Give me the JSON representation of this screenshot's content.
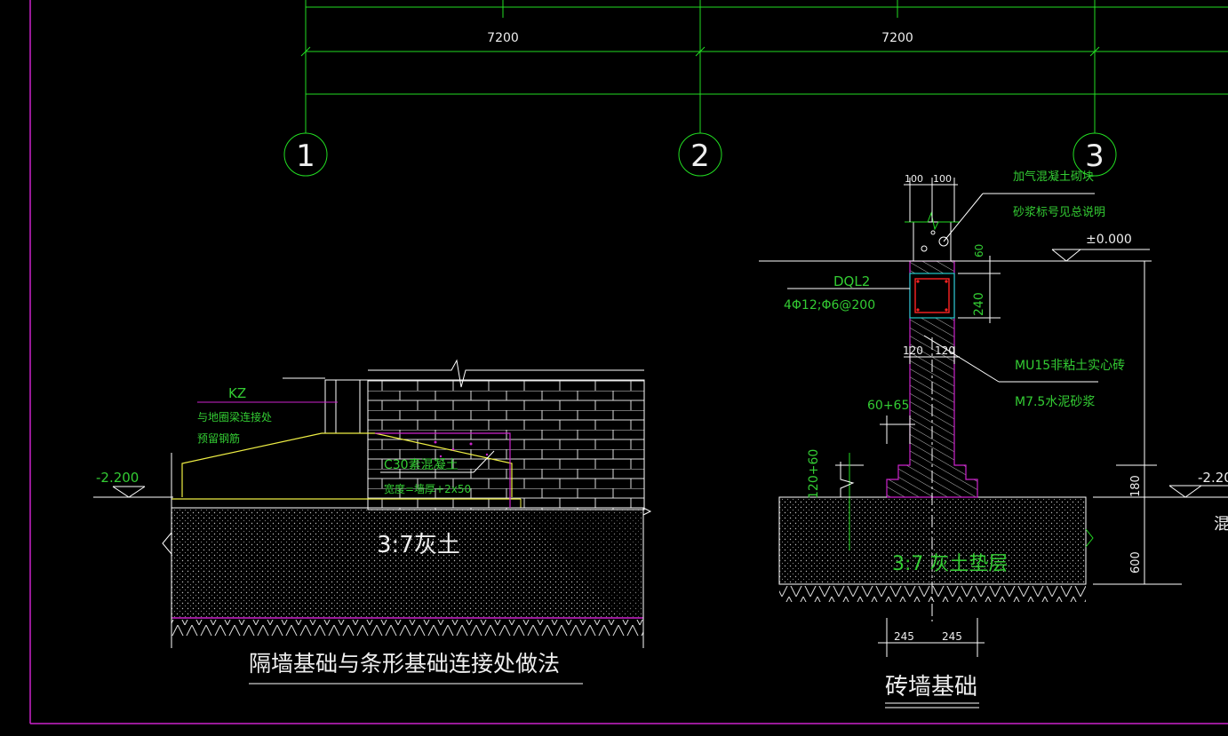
{
  "grid": {
    "dim_1_2": "7200",
    "dim_2_3": "7200",
    "axis_1": "1",
    "axis_2": "2",
    "axis_3": "3"
  },
  "left_detail": {
    "level": "-2.200",
    "kz": "KZ",
    "note_line1": "与地圈梁连接处",
    "note_line2": "预留钢筋",
    "c30_line1": "C30素混凝土",
    "c30_line2": "宽度=墙厚+2x50",
    "fill": "3:7灰土",
    "title": "隔墙基础与条形基础连接处做法"
  },
  "right_detail": {
    "dim_100a": "100",
    "dim_100b": "100",
    "block_label1": "加气混凝土砌块",
    "block_label2": "砂浆标号见总说明",
    "level_zero": "±0.000",
    "dim_60": "60",
    "dql_name": "DQL2",
    "dql_rebar": "4Φ12;Φ6@200",
    "dim_240": "240",
    "dim_120a": "120",
    "dim_120b": "120",
    "brick_label1": "MU15非粘土实心砖",
    "brick_label2": "M7.5水泥砂浆",
    "dim_60_65": "60+65",
    "dim_120_60": "120+60",
    "level_right": "-2.20",
    "dim_180": "180",
    "dim_600": "600",
    "fill": "3:7 灰土垫层",
    "dim_245a": "245",
    "dim_245b": "245",
    "edge_char": "混",
    "title": "砖墙基础"
  },
  "colors": {
    "dimension": "#22dd22",
    "outline": "#ffffff",
    "magenta": "#cc22cc",
    "yellow": "#eeee44",
    "cyan": "#22cccc",
    "red": "#ff2222",
    "green_text": "#33cc33"
  }
}
